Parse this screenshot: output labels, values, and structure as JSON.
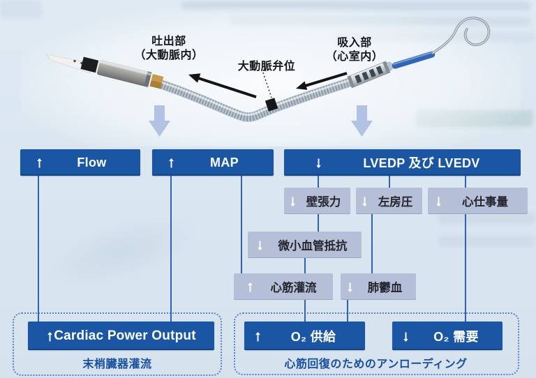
{
  "figure": "Impella catheter position and hemodynamic effects",
  "colors": {
    "page_background": "#dae6f0",
    "dark_box_blue": "#1a56a4",
    "light_box_lavender": "#b5bfd8",
    "connector_line": "#2d64ae",
    "dotted_border": "#5b80c6",
    "caption_blue": "#174f9e",
    "block_arrow": "#b2c2e4",
    "catheter_blue_segment": "#2f66b8"
  },
  "catheter": {
    "labels": {
      "outlet_title": "吐出部",
      "outlet_sub": "（大動脈内）",
      "valve": "大動脈弁位",
      "inlet_title": "吸入部",
      "inlet_sub": "（心室内）"
    }
  },
  "flow_chart": {
    "row1": [
      {
        "arrow": "↑",
        "label": "Flow"
      },
      {
        "arrow": "↑",
        "label": "MAP"
      },
      {
        "arrow": "↓",
        "label": "LVEDP 及び LVEDV"
      }
    ],
    "row2": [
      {
        "arrow": "↓",
        "label": "壁張力"
      },
      {
        "arrow": "↓",
        "label": "左房圧"
      },
      {
        "arrow": "↓",
        "label": "心仕事量"
      }
    ],
    "row3": {
      "arrow": "↓",
      "label": "微小血管抵抗"
    },
    "row4": [
      {
        "arrow": "↑",
        "label": "心筋灌流"
      },
      {
        "arrow": "↓",
        "label": "肺鬱血"
      }
    ],
    "bottom_left": {
      "box": {
        "arrow": "↑",
        "label": "Cardiac Power Output"
      },
      "caption": "末梢臓器灌流"
    },
    "bottom_right": {
      "boxes": [
        {
          "arrow": "↑",
          "label": "O₂ 供給"
        },
        {
          "arrow": "↓",
          "label": "O₂ 需要"
        }
      ],
      "caption": "心筋回復のためのアンローディング"
    }
  }
}
